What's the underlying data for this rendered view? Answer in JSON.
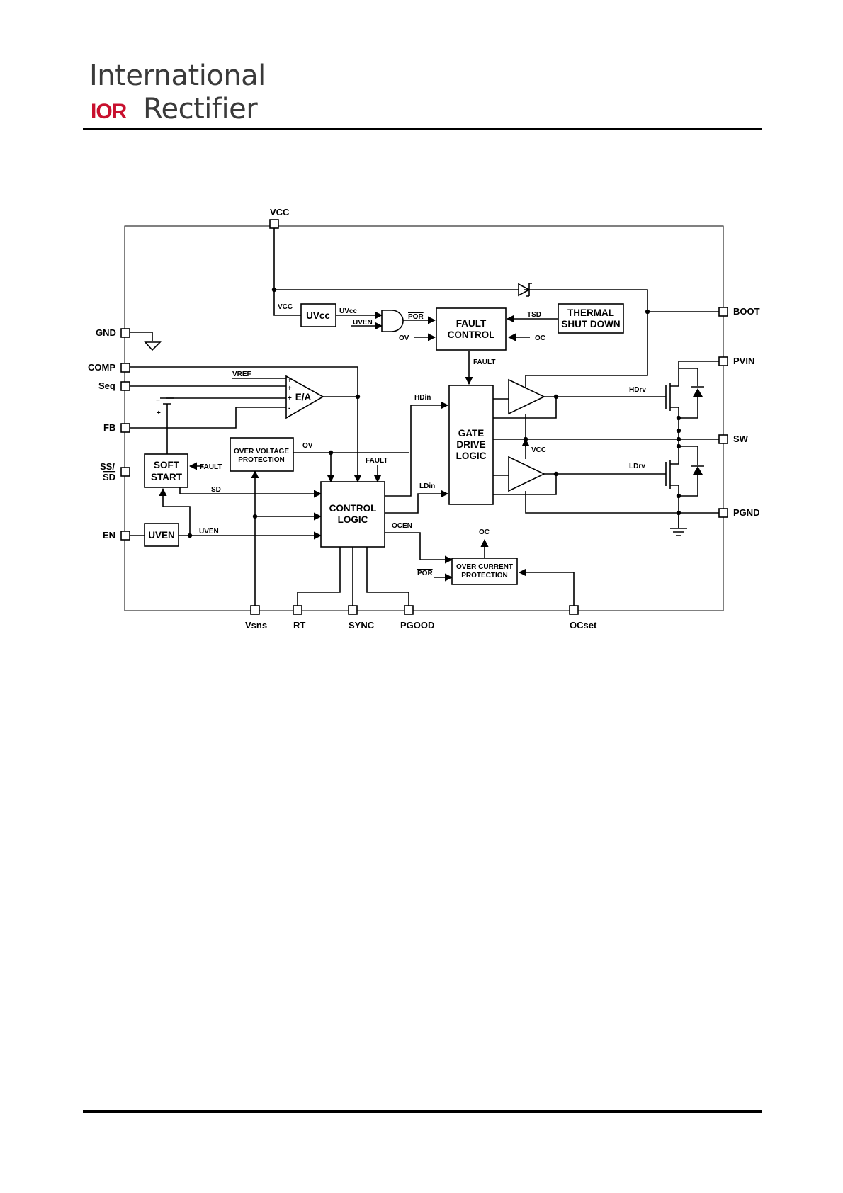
{
  "header": {
    "logo_line1": "International",
    "logo_mark": "IOR",
    "logo_line2": "Rectifier",
    "logo_mark_color": "#c8102e"
  },
  "diagram": {
    "pins": {
      "vcc": "VCC",
      "gnd": "GND",
      "comp": "COMP",
      "seq": "Seq",
      "fb": "FB",
      "ss": "SS/",
      "sd": "SD",
      "en": "EN",
      "boot": "BOOT",
      "pvin": "PVIN",
      "sw": "SW",
      "pgnd": "PGND",
      "vsns": "Vsns",
      "rt": "RT",
      "sync": "SYNC",
      "pgood": "PGOOD",
      "ocset": "OCset"
    },
    "blocks": {
      "uvcc": "UVcc",
      "fault_control_1": "FAULT",
      "fault_control_2": "CONTROL",
      "thermal_1": "THERMAL",
      "thermal_2": "SHUT DOWN",
      "ea": "E/A",
      "ovp_1": "OVER VOLTAGE",
      "ovp_2": "PROTECTION",
      "soft_start_1": "SOFT",
      "soft_start_2": "START",
      "uven": "UVEN",
      "control_logic_1": "CONTROL",
      "control_logic_2": "LOGIC",
      "gate_drive_1": "GATE",
      "gate_drive_2": "DRIVE",
      "gate_drive_3": "LOGIC",
      "ocp_1": "OVER CURRENT",
      "ocp_2": "PROTECTION"
    },
    "signals": {
      "vcc_inner": "VCC",
      "uvcc_out": "UVcc",
      "uven_in": "UVEN",
      "por": "POR",
      "ov_in": "OV",
      "tsd": "TSD",
      "oc_in": "OC",
      "fault_out": "FAULT",
      "vref": "VREF",
      "ea_plus1": "+",
      "ea_plus2": "+",
      "ea_plus3": "+",
      "ea_minus": "-",
      "bat_minus": "−",
      "bat_plus": "+",
      "ovp_out": "OV",
      "fault_ctl": "FAULT",
      "fault_ss": "FAULT",
      "hdin": "HDin",
      "ldin": "LDin",
      "hdrv": "HDrv",
      "ldrv": "LDrv",
      "vcc_drv": "VCC",
      "sd": "SD",
      "uven_out": "UVEN",
      "ocen": "OCEN",
      "oc_out": "OC",
      "por_ocp": "POR"
    }
  }
}
